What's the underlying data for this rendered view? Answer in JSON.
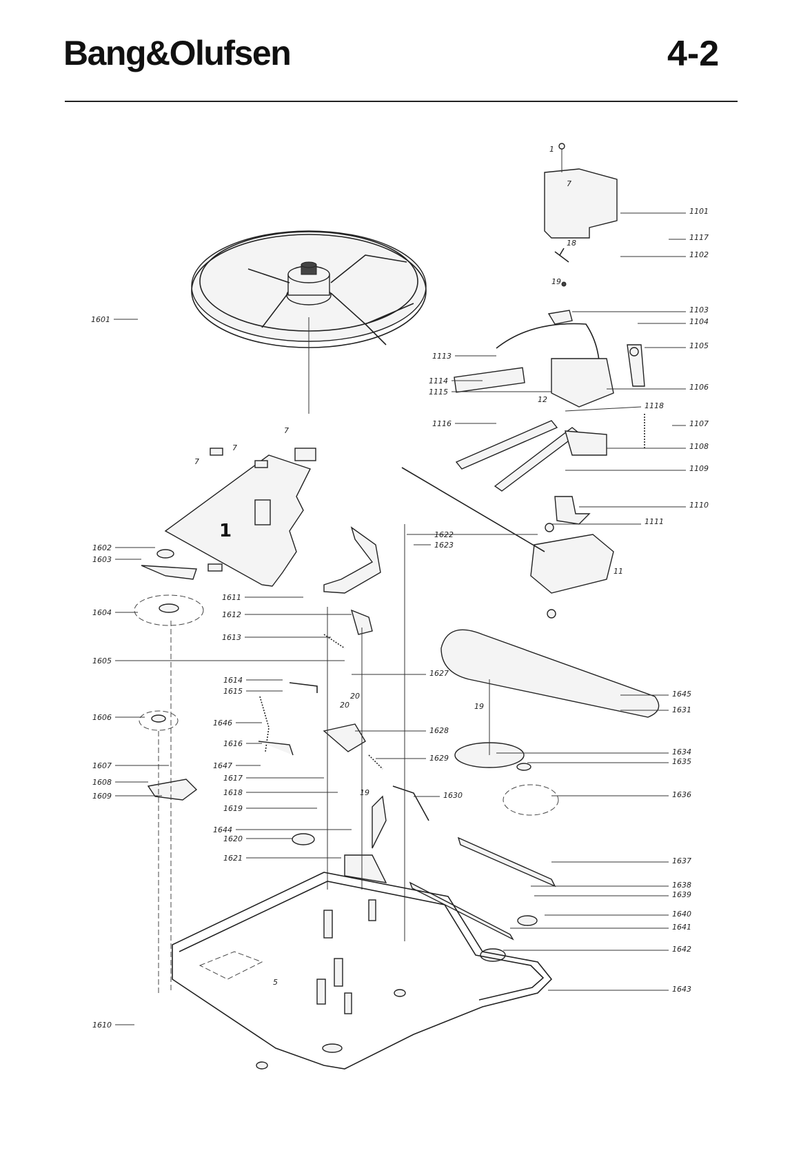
{
  "header": {
    "brand": "Bang&Olufsen",
    "page_number": "4-2"
  },
  "diagram": {
    "board_label": "1",
    "callouts": [
      {
        "id": "1101",
        "text": "1101"
      },
      {
        "id": "1117",
        "text": "1117"
      },
      {
        "id": "1102",
        "text": "1102"
      },
      {
        "id": "1103",
        "text": "1103"
      },
      {
        "id": "1104",
        "text": "1104"
      },
      {
        "id": "1105",
        "text": "1105"
      },
      {
        "id": "1106",
        "text": "1106"
      },
      {
        "id": "1107",
        "text": "1107"
      },
      {
        "id": "1108",
        "text": "1108"
      },
      {
        "id": "1109",
        "text": "1109"
      },
      {
        "id": "1110",
        "text": "1110"
      },
      {
        "id": "1111",
        "text": "1111"
      },
      {
        "id": "1113",
        "text": "1113"
      },
      {
        "id": "1114",
        "text": "1114"
      },
      {
        "id": "1115",
        "text": "1115"
      },
      {
        "id": "1116",
        "text": "1116"
      },
      {
        "id": "1118",
        "text": "1118"
      },
      {
        "id": "1601",
        "text": "1601"
      },
      {
        "id": "1602",
        "text": "1602"
      },
      {
        "id": "1603",
        "text": "1603"
      },
      {
        "id": "1604",
        "text": "1604"
      },
      {
        "id": "1605",
        "text": "1605"
      },
      {
        "id": "1606",
        "text": "1606"
      },
      {
        "id": "1607",
        "text": "1607"
      },
      {
        "id": "1608",
        "text": "1608"
      },
      {
        "id": "1609",
        "text": "1609"
      },
      {
        "id": "1610",
        "text": "1610"
      },
      {
        "id": "1611",
        "text": "1611"
      },
      {
        "id": "1612",
        "text": "1612"
      },
      {
        "id": "1613",
        "text": "1613"
      },
      {
        "id": "1614",
        "text": "1614"
      },
      {
        "id": "1615",
        "text": "1615"
      },
      {
        "id": "1616",
        "text": "1616"
      },
      {
        "id": "1617",
        "text": "1617"
      },
      {
        "id": "1618",
        "text": "1618"
      },
      {
        "id": "1619",
        "text": "1619"
      },
      {
        "id": "1620",
        "text": "1620"
      },
      {
        "id": "1621",
        "text": "1621"
      },
      {
        "id": "1622",
        "text": "1622"
      },
      {
        "id": "1623",
        "text": "1623"
      },
      {
        "id": "1627",
        "text": "1627"
      },
      {
        "id": "1628",
        "text": "1628"
      },
      {
        "id": "1629",
        "text": "1629"
      },
      {
        "id": "1630",
        "text": "1630"
      },
      {
        "id": "1631",
        "text": "1631"
      },
      {
        "id": "1634",
        "text": "1634"
      },
      {
        "id": "1635",
        "text": "1635"
      },
      {
        "id": "1636",
        "text": "1636"
      },
      {
        "id": "1637",
        "text": "1637"
      },
      {
        "id": "1638",
        "text": "1638"
      },
      {
        "id": "1639",
        "text": "1639"
      },
      {
        "id": "1640",
        "text": "1640"
      },
      {
        "id": "1641",
        "text": "1641"
      },
      {
        "id": "1642",
        "text": "1642"
      },
      {
        "id": "1643",
        "text": "1643"
      },
      {
        "id": "1644",
        "text": "1644"
      },
      {
        "id": "1645",
        "text": "1645"
      },
      {
        "id": "1646",
        "text": "1646"
      },
      {
        "id": "1647",
        "text": "1647"
      }
    ],
    "small_refs": [
      {
        "id": "r1",
        "text": "1"
      },
      {
        "id": "r7a",
        "text": "7"
      },
      {
        "id": "r7b",
        "text": "7"
      },
      {
        "id": "r7c",
        "text": "7"
      },
      {
        "id": "r7d",
        "text": "7"
      },
      {
        "id": "r11",
        "text": "11"
      },
      {
        "id": "r12",
        "text": "12"
      },
      {
        "id": "r18",
        "text": "18"
      },
      {
        "id": "r19a",
        "text": "19"
      },
      {
        "id": "r19b",
        "text": "19"
      },
      {
        "id": "r19c",
        "text": "19"
      },
      {
        "id": "r20a",
        "text": "20"
      },
      {
        "id": "r20b",
        "text": "20"
      },
      {
        "id": "r5",
        "text": "5"
      }
    ]
  }
}
